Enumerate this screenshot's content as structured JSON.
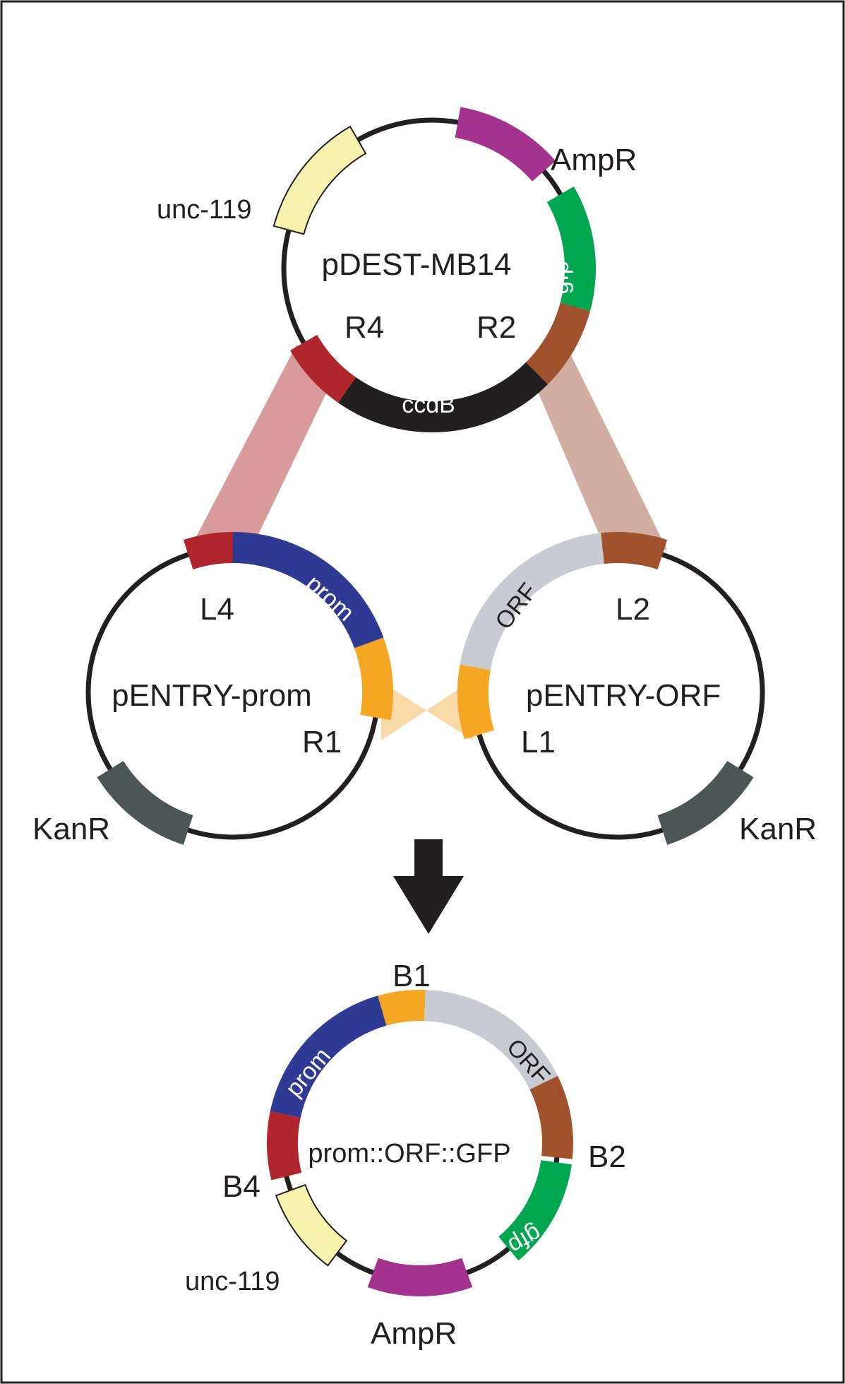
{
  "colors": {
    "ampr": "#a3338e",
    "unc119": "#f8f1ad",
    "gfp": "#00a650",
    "ccdb": "#231f20",
    "site_red": "#b0262d",
    "site_brown": "#a0522d",
    "prom": "#2e3a94",
    "site_orange": "#f5a623",
    "orf": "#c8ccd2",
    "kanr": "#4d5556",
    "link_red": "#d89a9a",
    "link_brown": "#d2aea2",
    "link_orange": "#f9d9a8"
  },
  "pdest": {
    "name": "pDEST-MB14",
    "ampr": "AmpR",
    "unc119": "unc-119",
    "gfp": "gfp",
    "ccdb": "ccdB",
    "r4": "R4",
    "r2": "R2"
  },
  "pentry_prom": {
    "name": "pENTRY-prom",
    "l4": "L4",
    "r1": "R1",
    "prom": "prom",
    "kanr": "KanR"
  },
  "pentry_orf": {
    "name": "pENTRY-ORF",
    "l2": "L2",
    "l1": "L1",
    "orf": "ORF",
    "kanr": "KanR"
  },
  "product": {
    "name": "prom::ORF::GFP",
    "b1": "B1",
    "b2": "B2",
    "b4": "B4",
    "prom": "prom",
    "orf": "ORF",
    "gfp": "gfp",
    "unc119": "unc-119",
    "ampr": "AmpR"
  }
}
